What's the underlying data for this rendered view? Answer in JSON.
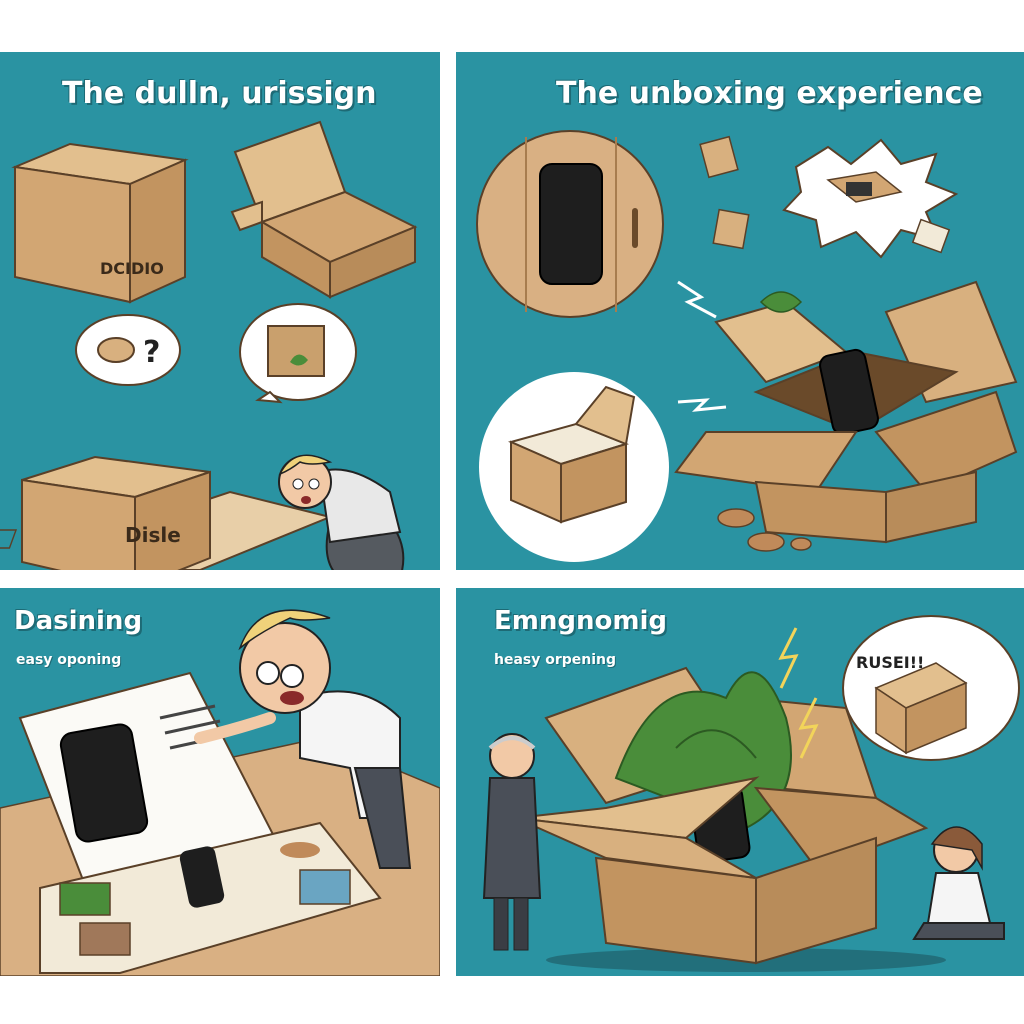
{
  "panels": {
    "top_left": {
      "title": "The dulln, urissign",
      "box_label_1": "DCIDIO",
      "box_label_2": "Disle",
      "bubble_mark": "?"
    },
    "top_right": {
      "title": "The  unboxing experience"
    },
    "bottom_left": {
      "title": "Dasining",
      "subtitle": "easy oponing"
    },
    "bottom_right": {
      "title": "Emngnomig",
      "subtitle": "heasy orpening",
      "exclamation": "RUSEI!!"
    }
  },
  "colors": {
    "panel_bg": "#2a93a2",
    "cardboard": "#d8b07f",
    "cardboard_dark": "#b88c5a",
    "phone": "#222222",
    "leaf": "#4a8d3a"
  }
}
